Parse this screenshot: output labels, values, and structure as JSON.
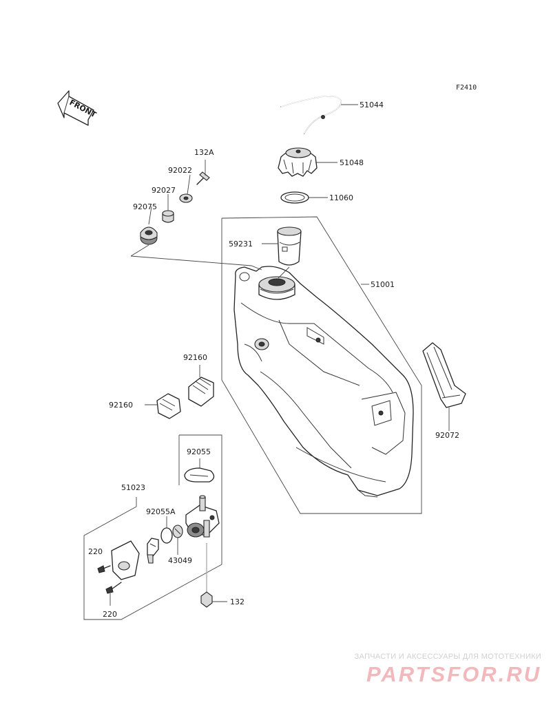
{
  "diagram_code": "F2410",
  "front_label": "FRONT",
  "parts": {
    "p51044": "51044",
    "p51048": "51048",
    "p11060": "11060",
    "p59231": "59231",
    "p51001": "51001",
    "p132A": "132A",
    "p92022": "92022",
    "p92027": "92027",
    "p92075": "92075",
    "p92160a": "92160",
    "p92160b": "92160",
    "p92072": "92072",
    "p92055": "92055",
    "p51023": "51023",
    "p92055A": "92055A",
    "p43049": "43049",
    "p220a": "220",
    "p220b": "220",
    "p132": "132"
  },
  "watermark": {
    "tagline": "ЗАПЧАСТИ И АКСЕССУАРЫ ДЛЯ МОТОТЕХНИКИ",
    "logo": "PARTSFOR.RU"
  },
  "colors": {
    "line": "#222222",
    "watermark_tagline": "#d0d0d0",
    "watermark_logo": "#f2b8bc"
  }
}
